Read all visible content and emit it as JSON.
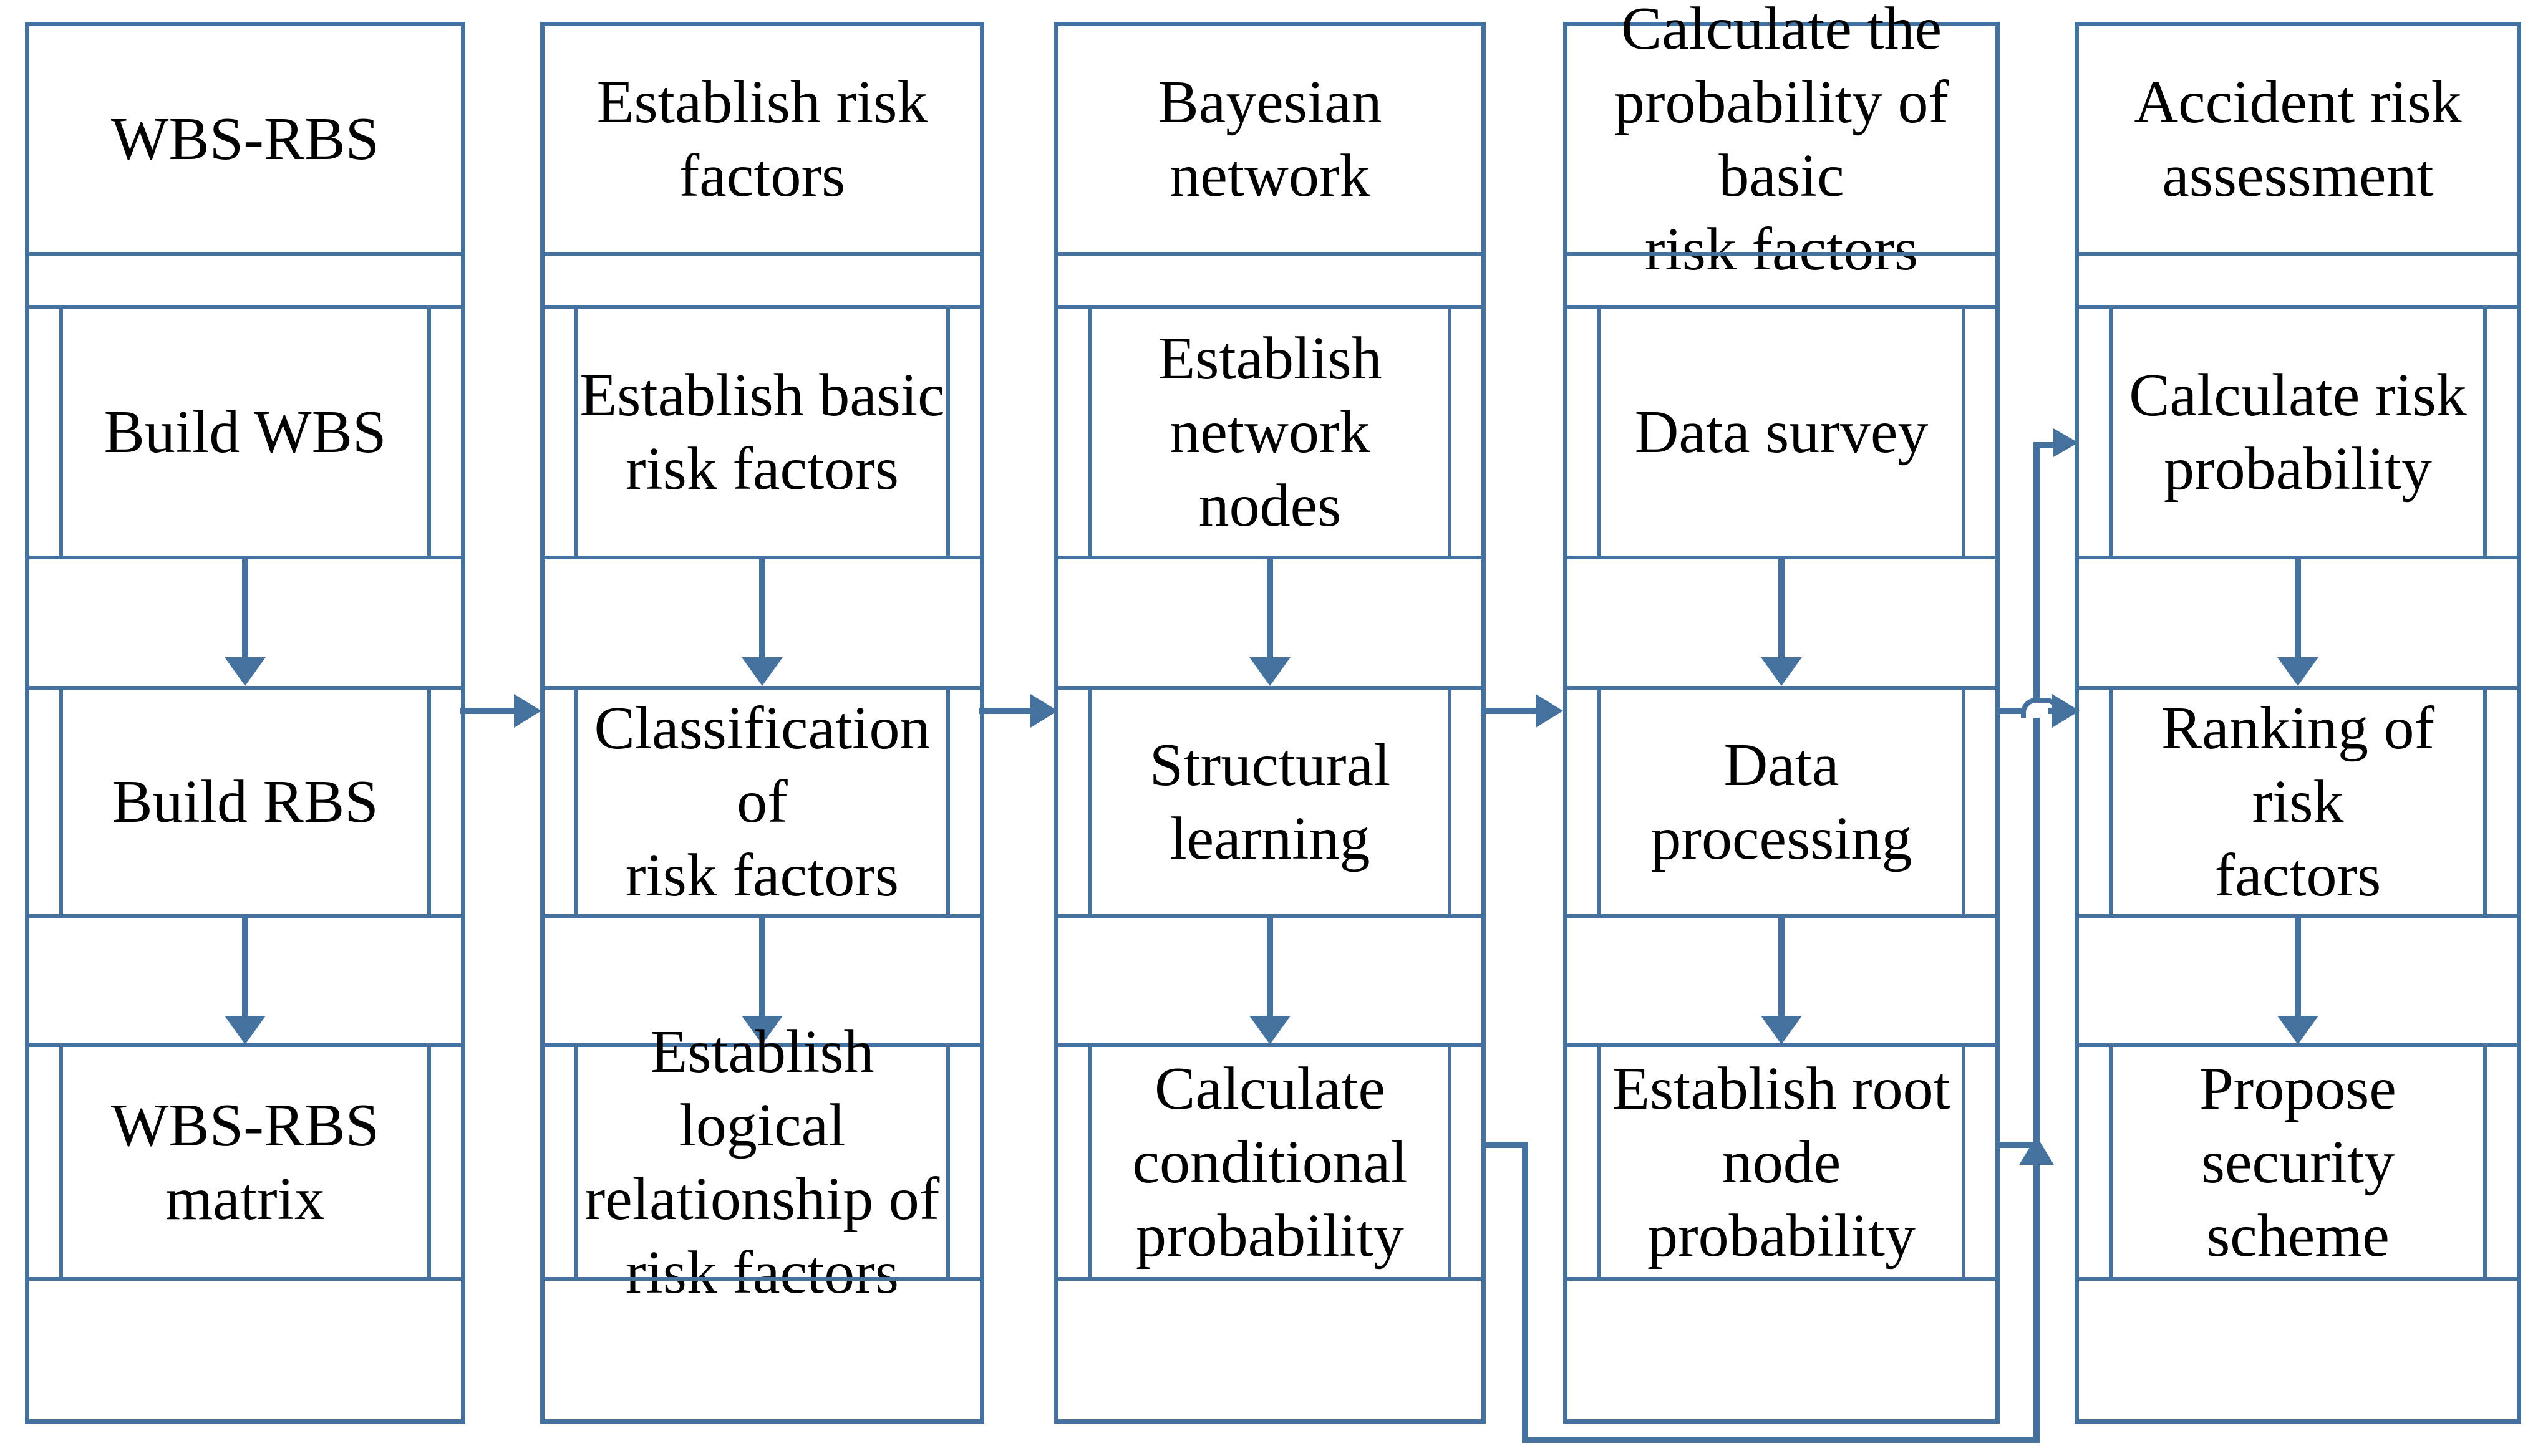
{
  "diagram_title": "Accident risk assessment flow (WBS-RBS / Bayesian network)",
  "colors": {
    "line": "#44719E",
    "text": "#000000",
    "background": "#FFFFFF"
  },
  "columns": [
    {
      "header": "WBS-RBS",
      "rows": [
        "Build WBS",
        "Build RBS",
        "WBS-RBS\nmatrix"
      ]
    },
    {
      "header": "Establish risk\nfactors",
      "rows": [
        "Establish basic\nrisk factors",
        "Classification of\nrisk factors",
        "Establish logical\nrelationship of\nrisk factors"
      ]
    },
    {
      "header": "Bayesian network",
      "rows": [
        "Establish\nnetwork nodes",
        "Structural\nlearning",
        "Calculate\nconditional\nprobability"
      ]
    },
    {
      "header": "Calculate the\nprobability of basic\nrisk factors",
      "rows": [
        "Data survey",
        "Data processing",
        "Establish root\nnode probability"
      ]
    },
    {
      "header": "Accident risk\nassessment",
      "rows": [
        "Calculate risk\nprobability",
        "Ranking of risk\nfactors",
        "Propose security\nscheme"
      ]
    }
  ],
  "connections": {
    "within_columns": "each stage flows downward: row1 -> row2 -> row3",
    "between_columns": [
      "WBS-RBS -> Establish risk factors",
      "Establish risk factors -> Bayesian network",
      "Bayesian network -> Calculate the probability of basic risk factors",
      "Calculate the probability of basic risk factors -> Accident risk assessment"
    ],
    "special_routes": [
      "Calculate conditional probability -> Calculate risk probability (routed under diagram, merges upward)",
      "Establish root node probability -> Calculate risk probability (routed up between last two lanes)"
    ]
  }
}
